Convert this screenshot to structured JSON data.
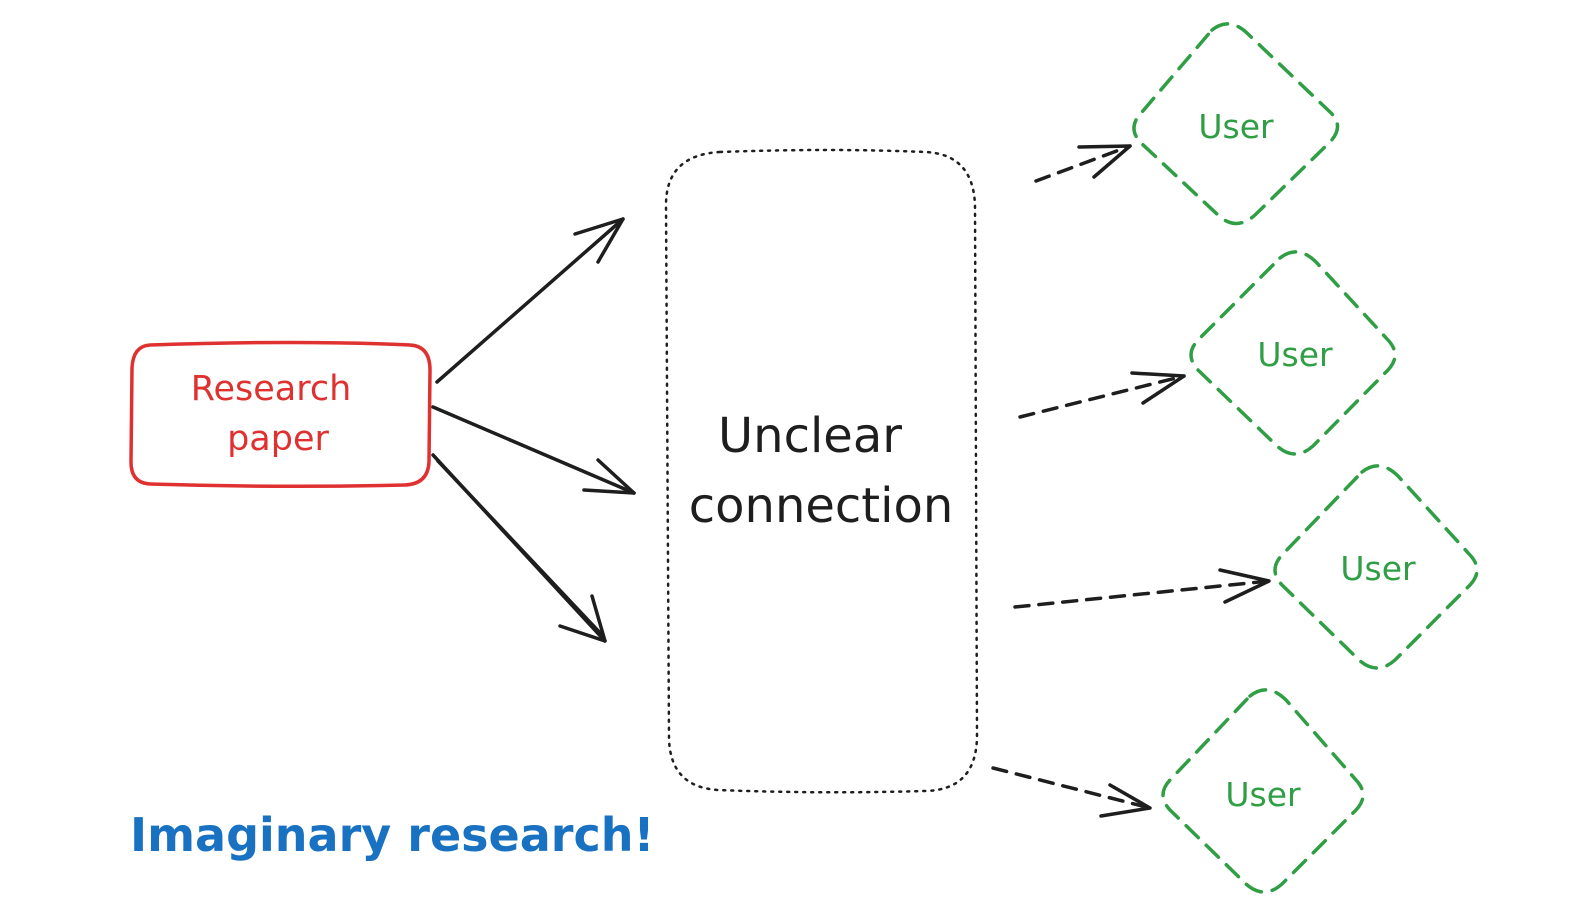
{
  "source_box": {
    "lines": [
      "Research",
      "paper"
    ],
    "color": "#e03131"
  },
  "center_box": {
    "lines": [
      "Unclear",
      "connection"
    ],
    "color": "#1e1e1e"
  },
  "users": [
    {
      "label": "User"
    },
    {
      "label": "User"
    },
    {
      "label": "User"
    },
    {
      "label": "User"
    }
  ],
  "user_color": "#2f9e44",
  "caption": {
    "text": "Imaginary research!",
    "color": "#1971c2"
  }
}
